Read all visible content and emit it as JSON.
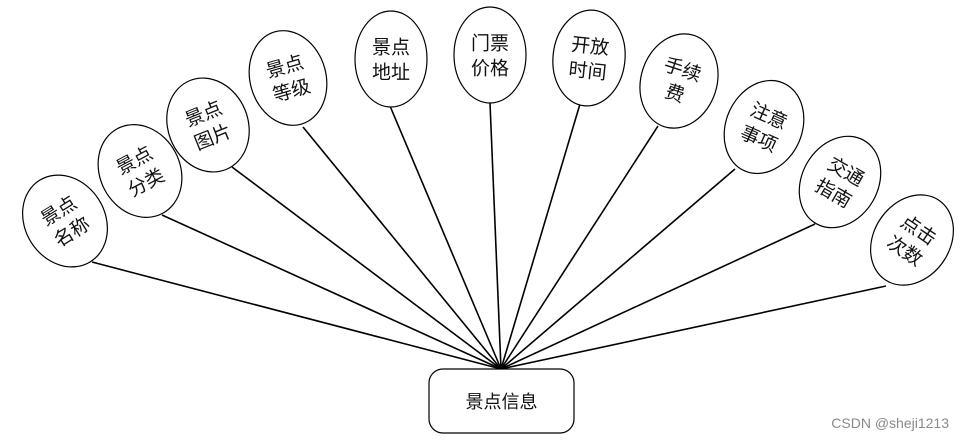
{
  "colors": {
    "stroke": "#000000",
    "fill": "#ffffff",
    "text": "#111111",
    "watermark": "#8a8a8a"
  },
  "entity": {
    "label": "景点信息"
  },
  "attributes": [
    {
      "lines": [
        "景点",
        "名称"
      ]
    },
    {
      "lines": [
        "景点",
        "分类"
      ]
    },
    {
      "lines": [
        "景点",
        "图片"
      ]
    },
    {
      "lines": [
        "景点",
        "等级"
      ]
    },
    {
      "lines": [
        "景点",
        "地址"
      ]
    },
    {
      "lines": [
        "门票",
        "价格"
      ]
    },
    {
      "lines": [
        "开放",
        "时间"
      ]
    },
    {
      "lines": [
        "手续",
        "费"
      ]
    },
    {
      "lines": [
        "注意",
        "事项"
      ]
    },
    {
      "lines": [
        "交通",
        "指南"
      ]
    },
    {
      "lines": [
        "点击",
        "次数"
      ]
    }
  ],
  "watermark": {
    "text": "CSDN @sheji1213"
  }
}
